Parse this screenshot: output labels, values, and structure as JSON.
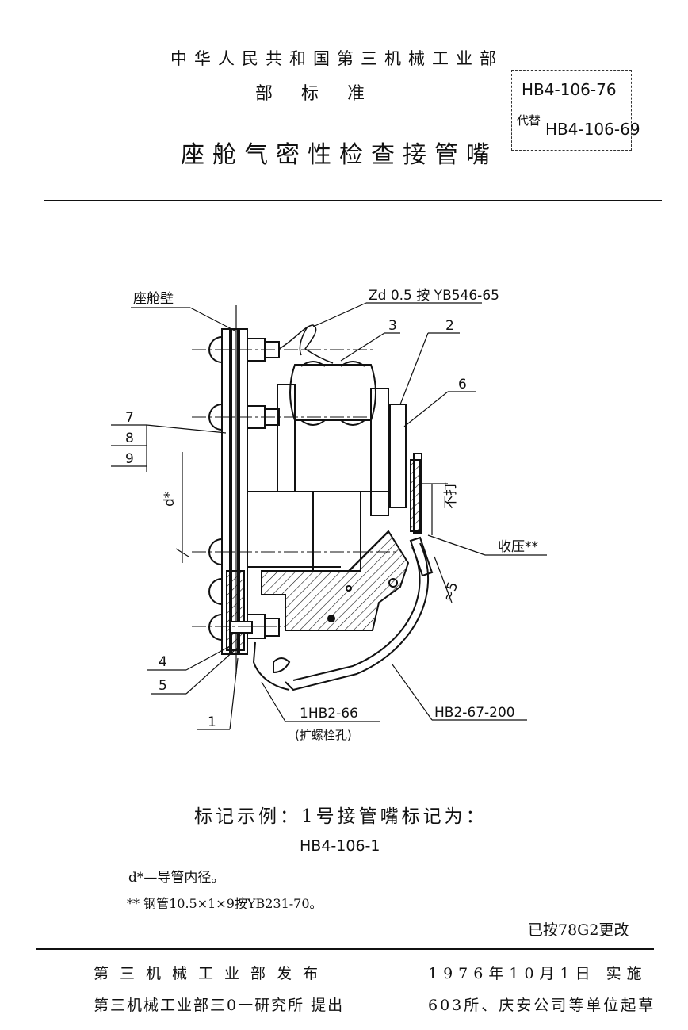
{
  "header": {
    "ministry": "中华人民共和国第三机械工业部",
    "standard_type": "部标准",
    "title": "座舱气密性检查接管嘴"
  },
  "code_box": {
    "code": "HB4-106-76",
    "replaces_label": "代替",
    "replaces_code": "HB4-106-69"
  },
  "drawing": {
    "label_wall": "座舱壁",
    "label_wire": "Zd 0.5 按 YB546-65",
    "label_3": "3",
    "label_2": "2",
    "label_6": "6",
    "label_7": "7",
    "label_8": "8",
    "label_9": "9",
    "label_d": "d*",
    "label_hit": "不打",
    "label_press": "收压**",
    "label_dim": "≈5",
    "label_4": "4",
    "label_5": "5",
    "label_1": "1",
    "label_hb2_66": "1HB2-66",
    "label_hb2_66_note": "(扩螺栓孔)",
    "label_hb2_67": "HB2-67-200"
  },
  "notes": {
    "example": "标记示例：1号接管嘴标记为：",
    "example_code": "HB4-106-1",
    "note_d": "d*—导管内径。",
    "note_steel": "**   钢管10.5×1×9按YB231-70。",
    "revised": "已按78G2更改"
  },
  "footer": {
    "issued_by": "第三机械工业部发布",
    "date_effective": "1976年10月1日 实施",
    "proposed_by": "第三机械工业部三0一研究所 提出",
    "drafted_by": "603所、庆安公司等单位起草"
  }
}
